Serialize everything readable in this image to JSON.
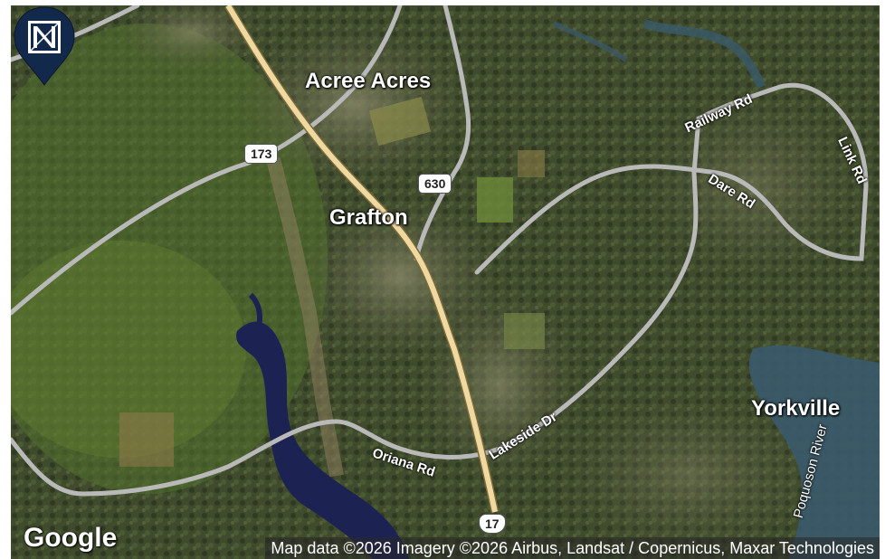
{
  "map": {
    "places": [
      {
        "id": "acree-acres",
        "label": "Acree Acres"
      },
      {
        "id": "grafton",
        "label": "Grafton"
      },
      {
        "id": "yorkville",
        "label": "Yorkville"
      }
    ],
    "roads": {
      "railway_rd": "Railway Rd",
      "link_rd": "Link Rd",
      "dare_rd": "Dare Rd",
      "lakeside_dr": "Lakeside Dr",
      "oriana_rd": "Oriana Rd",
      "poquoson_river": "Poquoson River"
    },
    "shields": {
      "route_173": "173",
      "route_630": "630",
      "route_17": "17"
    },
    "logo": "Google",
    "attribution": "Map data ©2026 Imagery ©2026 Airbus, Landsat / Copernicus, Maxar Technologies",
    "marker": {
      "icon": "brand-logo-icon",
      "color": "#13294b"
    },
    "colors": {
      "highway": "#f0d9a0",
      "road": "#b9b9b9",
      "water": "#1c2352",
      "river": "#3a5a6c"
    }
  }
}
